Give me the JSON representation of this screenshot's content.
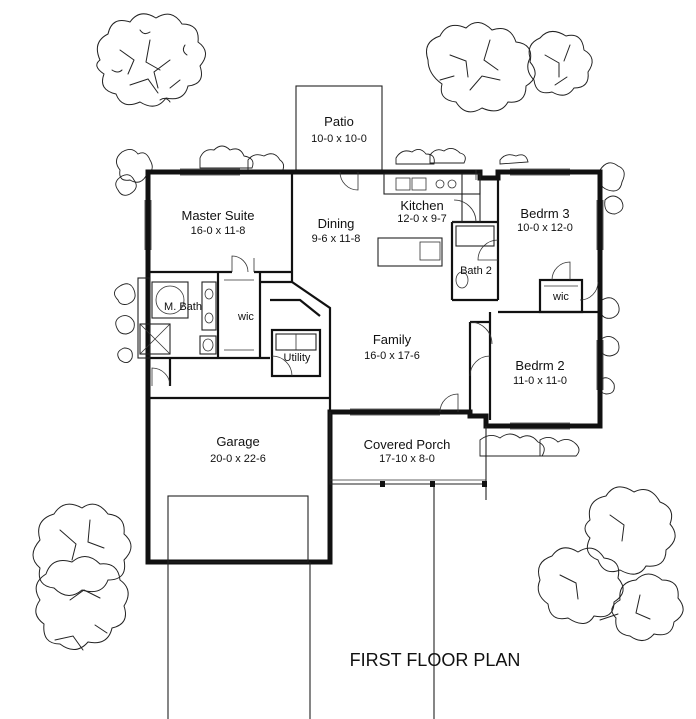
{
  "plan_title": "FIRST FLOOR PLAN",
  "rooms": {
    "patio": {
      "name": "Patio",
      "dim": "10-0 x 10-0"
    },
    "master_suite": {
      "name": "Master Suite",
      "dim": "16-0 x 11-8"
    },
    "dining": {
      "name": "Dining",
      "dim": "9-6 x 11-8"
    },
    "kitchen": {
      "name": "Kitchen",
      "dim": "12-0 x 9-7"
    },
    "bedrm3": {
      "name": "Bedrm 3",
      "dim": "10-0 x 12-0"
    },
    "bath2": {
      "name": "Bath 2"
    },
    "m_bath": {
      "name": "M. Bath"
    },
    "wic_master": {
      "name": "wic"
    },
    "wic_bed3": {
      "name": "wic"
    },
    "utility": {
      "name": "Utility"
    },
    "family": {
      "name": "Family",
      "dim": "16-0 x 17-6"
    },
    "bedrm2": {
      "name": "Bedrm 2",
      "dim": "11-0 x 11-0"
    },
    "garage": {
      "name": "Garage",
      "dim": "20-0 x 22-6"
    },
    "covered_porch": {
      "name": "Covered Porch",
      "dim": "17-10 x 8-0"
    }
  }
}
